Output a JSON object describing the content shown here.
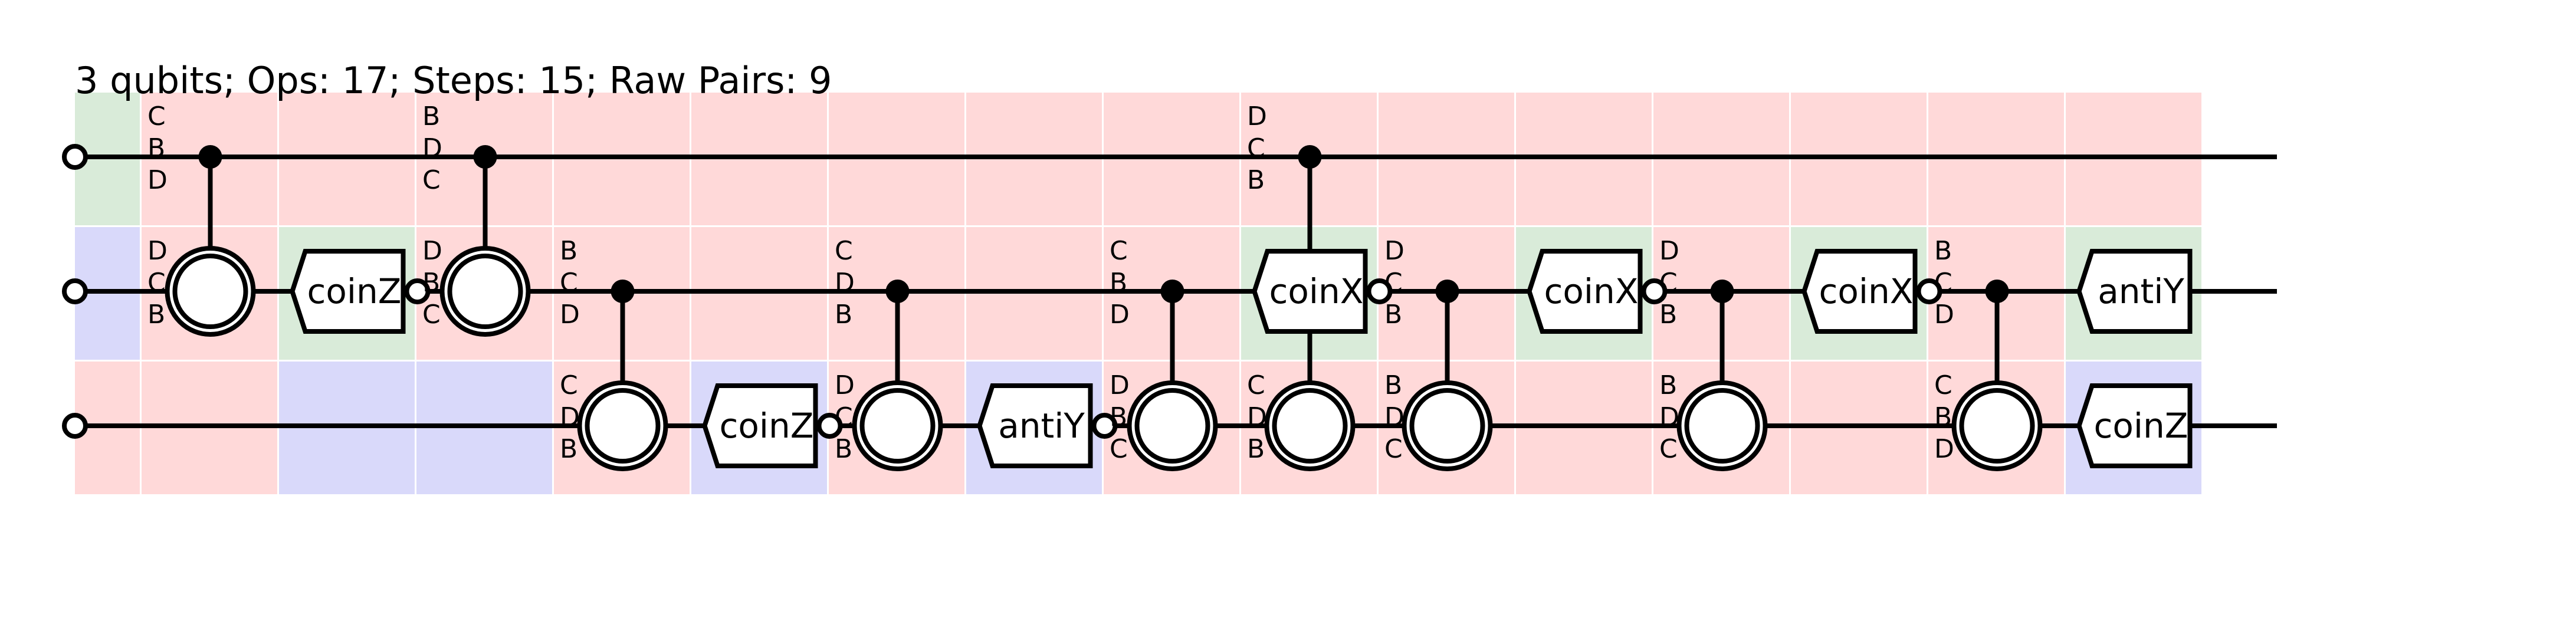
{
  "header": {
    "title": "3 qubits; Ops: 17; Steps: 15; Raw Pairs: 9"
  },
  "colors": {
    "red": "#ffd9d9",
    "green": "#d9ebd9",
    "blue": "#d9d9fa",
    "wire": "#000000"
  },
  "qubit_count": 3,
  "step_count": 15,
  "background": [
    [
      "green",
      "blue",
      "red"
    ],
    [
      "red",
      "red",
      "red"
    ],
    [
      "red",
      "green",
      "blue"
    ],
    [
      "red",
      "red",
      "blue"
    ],
    [
      "red",
      "red",
      "red"
    ],
    [
      "red",
      "red",
      "blue"
    ],
    [
      "red",
      "red",
      "red"
    ],
    [
      "red",
      "red",
      "blue"
    ],
    [
      "red",
      "red",
      "red"
    ],
    [
      "red",
      "green",
      "red"
    ],
    [
      "red",
      "red",
      "red"
    ],
    [
      "red",
      "green",
      "red"
    ],
    [
      "red",
      "red",
      "red"
    ],
    [
      "red",
      "green",
      "red"
    ],
    [
      "red",
      "red",
      "red"
    ],
    [
      "red",
      "green",
      "blue"
    ]
  ],
  "ops": [
    {
      "step": 1,
      "kind": "pair",
      "control": 0,
      "target": 1,
      "labels": [
        [
          "C",
          "B",
          "D"
        ],
        [
          "D",
          "C",
          "B"
        ]
      ]
    },
    {
      "step": 2,
      "kind": "gate",
      "qubit": 1,
      "label": "coinZ",
      "style": "arrow"
    },
    {
      "step": 3,
      "kind": "pair",
      "control": 0,
      "target": 1,
      "labels": [
        [
          "B",
          "D",
          "C"
        ],
        [
          "D",
          "B",
          "C"
        ]
      ]
    },
    {
      "step": 4,
      "kind": "pair",
      "control": 1,
      "target": 2,
      "labels": [
        [
          "B",
          "C",
          "D"
        ],
        [
          "C",
          "D",
          "B"
        ]
      ]
    },
    {
      "step": 5,
      "kind": "gate",
      "qubit": 2,
      "label": "coinZ",
      "style": "arrow"
    },
    {
      "step": 6,
      "kind": "pair",
      "control": 1,
      "target": 2,
      "labels": [
        [
          "C",
          "D",
          "B"
        ],
        [
          "D",
          "C",
          "B"
        ]
      ]
    },
    {
      "step": 7,
      "kind": "gate",
      "qubit": 2,
      "label": "antiY",
      "style": "arrow"
    },
    {
      "step": 8,
      "kind": "pair",
      "control": 1,
      "target": 2,
      "labels": [
        [
          "C",
          "B",
          "D"
        ],
        [
          "D",
          "B",
          "C"
        ]
      ]
    },
    {
      "step": 9,
      "kind": "pair",
      "control": 0,
      "target": 2,
      "labels": [
        [
          "D",
          "C",
          "B"
        ],
        [
          "C",
          "D",
          "B"
        ]
      ],
      "through": {
        "qubit": 1,
        "label": "coinX"
      }
    },
    {
      "step": 10,
      "kind": "pair",
      "control": 1,
      "target": 2,
      "labels": [
        [
          "D",
          "C",
          "B"
        ],
        [
          "B",
          "D",
          "C"
        ]
      ]
    },
    {
      "step": 11,
      "kind": "gate",
      "qubit": 1,
      "label": "coinX",
      "style": "arrow"
    },
    {
      "step": 12,
      "kind": "pair",
      "control": 1,
      "target": 2,
      "labels": [
        [
          "D",
          "C",
          "B"
        ],
        [
          "B",
          "D",
          "C"
        ]
      ]
    },
    {
      "step": 13,
      "kind": "gate",
      "qubit": 1,
      "label": "coinX",
      "style": "arrow"
    },
    {
      "step": 14,
      "kind": "pair",
      "control": 1,
      "target": 2,
      "labels": [
        [
          "B",
          "C",
          "D"
        ],
        [
          "C",
          "B",
          "D"
        ]
      ]
    },
    {
      "step": 15,
      "kind": "gate",
      "qubit": 1,
      "label": "antiY",
      "style": "tag"
    },
    {
      "step": 15,
      "kind": "gate",
      "qubit": 2,
      "label": "coinZ",
      "style": "tag"
    }
  ]
}
